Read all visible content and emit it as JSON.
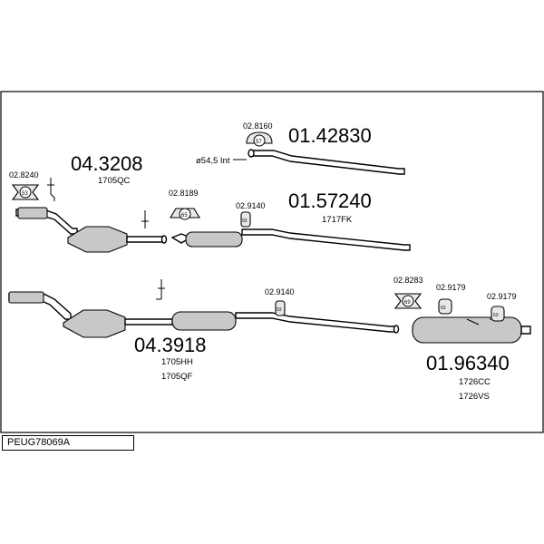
{
  "parts": [
    {
      "number": "04.3208",
      "codes": [
        "1705QC"
      ]
    },
    {
      "number": "01.42830",
      "codes": []
    },
    {
      "number": "01.57240",
      "codes": [
        "1717FK"
      ]
    },
    {
      "number": "04.3918",
      "codes": [
        "1705HH",
        "1705QF"
      ]
    },
    {
      "number": "01.96340",
      "codes": [
        "1726CC",
        "1726VS"
      ]
    }
  ],
  "accessories": [
    {
      "ref": "02.8240",
      "badge": "53"
    },
    {
      "ref": "02.8160",
      "badge": "57"
    },
    {
      "ref": "02.8189",
      "badge": "65"
    },
    {
      "ref": "02.9140",
      "badge": "93"
    },
    {
      "ref": "02.9140",
      "badge": "93"
    },
    {
      "ref": "02.8283",
      "badge": "69"
    },
    {
      "ref": "02.9179",
      "badge": "63"
    },
    {
      "ref": "02.9179",
      "badge": "63"
    }
  ],
  "pipe_note": "ø54,5 Int",
  "footer": {
    "code": "PEUG78069A"
  }
}
